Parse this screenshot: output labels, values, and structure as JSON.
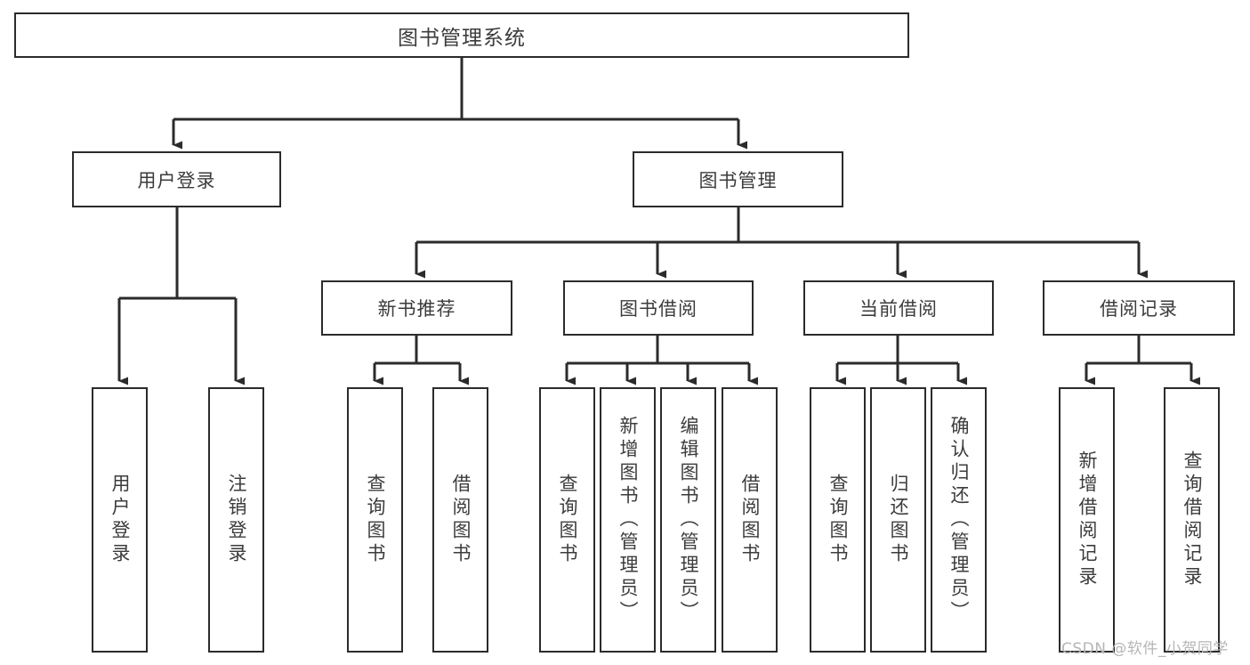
{
  "diagram": {
    "title": "图书管理系统",
    "type": "tree-hierarchy",
    "root": {
      "label": "图书管理系统"
    },
    "level2": [
      {
        "label": "用户登录"
      },
      {
        "label": "图书管理"
      }
    ],
    "level3": [
      {
        "label": "新书推荐"
      },
      {
        "label": "图书借阅"
      },
      {
        "label": "当前借阅"
      },
      {
        "label": "借阅记录"
      }
    ],
    "leaves": {
      "user_login": [
        {
          "label": "用户登录"
        },
        {
          "label": "注销登录"
        }
      ],
      "new_book_recommend": [
        {
          "label": "查询图书"
        },
        {
          "label": "借阅图书"
        }
      ],
      "book_borrow": [
        {
          "label": "查询图书"
        },
        {
          "label": "新增图书（管理员）"
        },
        {
          "label": "编辑图书（管理员）"
        },
        {
          "label": "借阅图书"
        }
      ],
      "current_borrow": [
        {
          "label": "查询图书"
        },
        {
          "label": "归还图书"
        },
        {
          "label": "确认归还（管理员）"
        }
      ],
      "borrow_record": [
        {
          "label": "新增借阅记录"
        },
        {
          "label": "查询借阅记录"
        }
      ]
    },
    "watermark": "CSDN @软件_小贺同学",
    "colors": {
      "stroke": "#2b2b2b",
      "text": "#3c3c3c",
      "background": "#ffffff",
      "watermark": "#b6b6b6"
    }
  }
}
